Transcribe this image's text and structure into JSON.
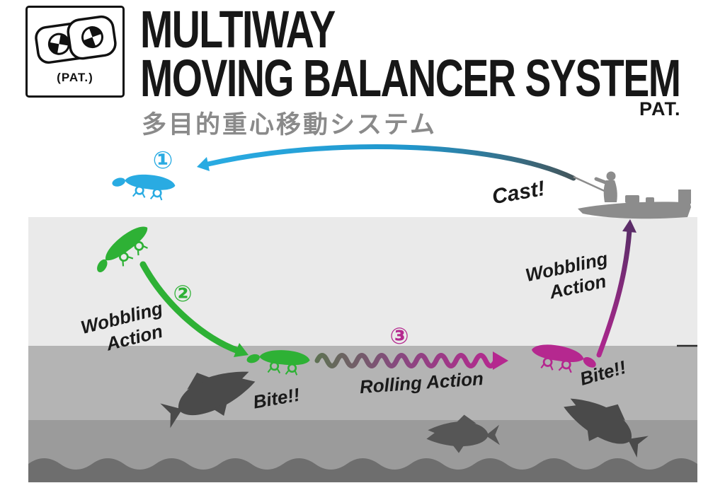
{
  "header": {
    "logo": {
      "pat_label": "(PAT.)"
    },
    "title_line1": "MULTIWAY",
    "title_line2": "MOVING BALANCER SYSTEM",
    "pat_right": "PAT.",
    "subtitle_jp": "多目的重心移動システム"
  },
  "diagram": {
    "steps": {
      "one": "①",
      "two": "②",
      "three": "③"
    },
    "labels": {
      "cast": "Cast!",
      "wobbling_line1": "Wobbling",
      "wobbling_line2": "Action",
      "rolling": "Rolling Action",
      "bite": "Bite!!"
    },
    "colors": {
      "cast_cyan": "#29abe2",
      "wobble_green": "#2eb135",
      "rolling_magenta": "#b5288f",
      "rise_purple": "#5c2d69",
      "boat_gray": "#8c8c8c",
      "fish_dark": "#4a4a4a",
      "fish_mid": "#565656",
      "label_black": "#1a1a1a",
      "water_band_surface": "#ffffff",
      "water_band_upper": "#eaeaea",
      "water_band_mid": "#b4b4b4",
      "water_band_lower": "#9b9b9b",
      "water_band_bottom": "#6e6e6e"
    }
  }
}
